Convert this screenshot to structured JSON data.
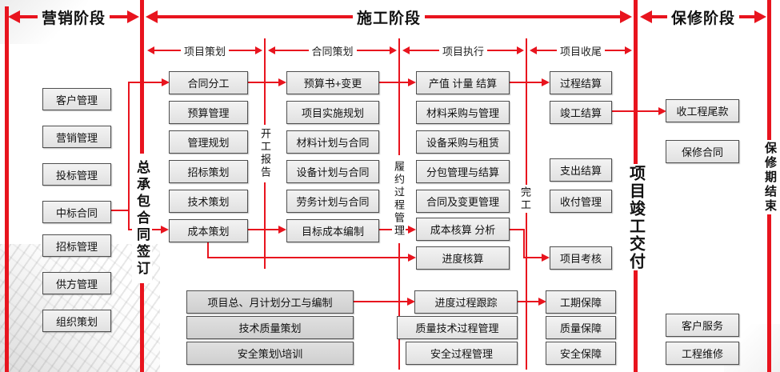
{
  "colors": {
    "accent_red": "#e8141e",
    "box_fill": "#ececec",
    "box_fill_dark": "#d8d8d8",
    "box_border": "#4f4f4f",
    "text": "#111111"
  },
  "phases": {
    "marketing": "营销阶段",
    "construction": "施工阶段",
    "warranty": "保修阶段"
  },
  "stages": {
    "planning": "项目策划",
    "contracting": "合同策划",
    "execution": "项目执行",
    "closing": "项目收尾"
  },
  "milestones": {
    "general_contract_signing": "总承包合同签订",
    "commencement_report": "开工报告",
    "performance_process_management": "履约过程管理",
    "completion": "完工",
    "project_completion_handover": "项目竣工交付",
    "warranty_period_end": "保修期结束"
  },
  "marketing_boxes": [
    "客户管理",
    "营销管理",
    "投标管理",
    "中标合同",
    "招标管理",
    "供方管理",
    "组织策划"
  ],
  "planning_boxes": [
    "合同分工",
    "预算管理",
    "管理规划",
    "招标策划",
    "技术策划",
    "成本策划"
  ],
  "contracting_boxes": [
    "预算书+变更",
    "项目实施规划",
    "材料计划与合同",
    "设备计划与合同",
    "劳务计划与合同",
    "目标成本编制"
  ],
  "execution_boxes": [
    "产值 计量 结算",
    "材料采购与管理",
    "设备采购与租赁",
    "分包管理与结算",
    "合同及变更管理",
    "成本核算 分析",
    "进度核算"
  ],
  "closing_boxes": [
    "过程结算",
    "竣工结算",
    "支出结算",
    "收付管理",
    "项目考核"
  ],
  "warranty_boxes": [
    "收工程尾款",
    "保修合同",
    "客户服务",
    "工程维修"
  ],
  "schedule_planning_boxes": [
    "项目总、月计划分工与编制",
    "技术质量策划",
    "安全策划\\培训"
  ],
  "process_control_boxes": [
    "进度过程跟踪",
    "质量技术过程管理",
    "安全过程管理"
  ],
  "assurance_boxes": [
    "工期保障",
    "质量保障",
    "安全保障"
  ]
}
